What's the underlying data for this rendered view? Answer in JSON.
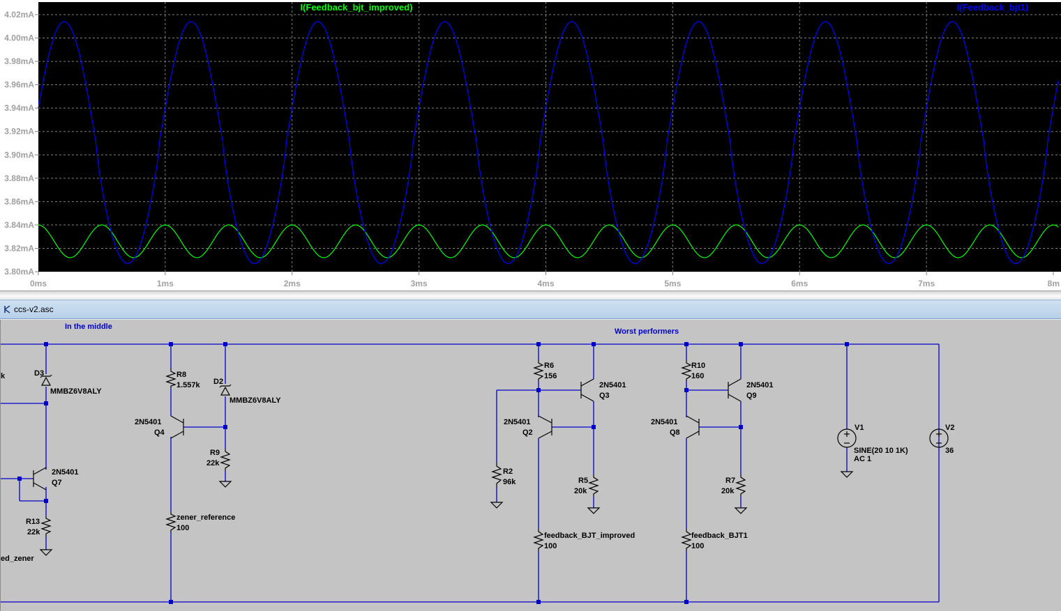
{
  "waveform": {
    "trace_labels": [
      {
        "text": "I(Feedback_bjt_improved)",
        "color": "#00ff00"
      },
      {
        "text": "I(Feedback_bjt1)",
        "color": "#0000ff"
      }
    ],
    "y_ticks": [
      "4.02mA",
      "4.00mA",
      "3.98mA",
      "3.96mA",
      "3.94mA",
      "3.92mA",
      "3.90mA",
      "3.88mA",
      "3.86mA",
      "3.84mA",
      "3.82mA",
      "3.80mA"
    ],
    "x_ticks": [
      "0ms",
      "1ms",
      "2ms",
      "3ms",
      "4ms",
      "5ms",
      "6ms",
      "7ms",
      "8m"
    ],
    "background": "#000000",
    "grid_color": "#808080"
  },
  "chart_data": {
    "type": "line",
    "xlabel": "",
    "ylabel": "",
    "x_unit": "ms",
    "y_unit": "mA",
    "xlim": [
      0,
      8
    ],
    "ylim": [
      3.8,
      4.02
    ],
    "grid": true,
    "series": [
      {
        "name": "I(Feedback_bjt_improved)",
        "color": "#00ff00",
        "model": "raised sine",
        "frequency_khz": 2,
        "min": 3.812,
        "max": 3.84,
        "value_at_0": 3.84
      },
      {
        "name": "I(Feedback_bjt1)",
        "color": "#0000ff",
        "model": "rectified-like sine",
        "frequency_khz": 1,
        "min": 3.807,
        "max": 4.014,
        "value_at_0": 3.94
      }
    ]
  },
  "schematic": {
    "file_title": "ccs-v2.asc",
    "wire_color": "#0000cc",
    "notes": {
      "middle": "In the middle",
      "worst": "Worst performers"
    },
    "labels": {
      "d3": "D3",
      "d3_part": "MMBZ6V8ALY",
      "k_partial": "k",
      "q7_part": "2N5401",
      "q7": "Q7",
      "r13": "R13",
      "r13_val": "22k",
      "zener_partial": "ed_zener",
      "r8": "R8",
      "r8_val": "1.557k",
      "d2": "D2",
      "d2_part": "MMBZ6V8ALY",
      "q4_part": "2N5401",
      "q4": "Q4",
      "r9": "R9",
      "r9_val": "22k",
      "rz": "zener_reference",
      "rz_val": "100",
      "r6": "R6",
      "r6_val": "156",
      "q3_part": "2N5401",
      "q3": "Q3",
      "q2_part": "2N5401",
      "q2": "Q2",
      "r2": "R2",
      "r2_val": "96k",
      "r5": "R5",
      "r5_val": "20k",
      "rfi": "feedback_BJT_improved",
      "rfi_val": "100",
      "r10": "R10",
      "r10_val": "160",
      "q9_part": "2N5401",
      "q9": "Q9",
      "q8_part": "2N5401",
      "q8": "Q8",
      "r7": "R7",
      "r7_val": "20k",
      "rf1": "feedback_BJT1",
      "rf1_val": "100",
      "v1": "V1",
      "v1_val": "SINE(20 10 1K)",
      "v1_ac": "AC 1",
      "v2": "V2",
      "v2_val": "36"
    }
  }
}
